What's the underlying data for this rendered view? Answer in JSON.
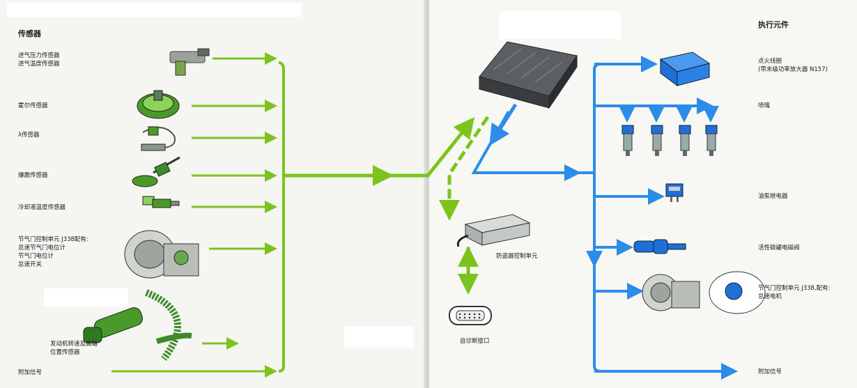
{
  "sensors": {
    "heading": "传感器",
    "items": [
      {
        "line1": "进气压力传感器",
        "line2": "进气温度传感器"
      },
      {
        "line1": "霍尔传感器"
      },
      {
        "line1": "λ传感器"
      },
      {
        "line1": "爆震传感器"
      },
      {
        "line1": "冷却液温度传感器"
      },
      {
        "line1": "节气门控制单元 J338配有:",
        "line2": "怠速节气门电位计",
        "line3": "节气门电位计",
        "line4": "怠速开关"
      },
      {
        "line1": "发动机转速及曲轴",
        "line2": "位置传感器"
      },
      {
        "line1": "附加信号"
      }
    ]
  },
  "center": {
    "immobilizer_label": "防盗器控制单元",
    "diagnosis_label": "自诊断接口"
  },
  "actuators": {
    "heading": "执行元件",
    "items": [
      {
        "line1": "点火线圈",
        "line2": "(带末级功率放大器 N157)"
      },
      {
        "line1": "喷嘴"
      },
      {
        "line1": "油泵继电器"
      },
      {
        "line1": "活性碳罐电磁阀"
      },
      {
        "line1": "节气门控制单元 J338,配有:",
        "line2": "怠速电机"
      },
      {
        "line1": "附加信号"
      }
    ]
  },
  "colors": {
    "sensor_arrow": "#7dc31e",
    "actuator_arrow": "#2b8de8",
    "component_green": "#4a9a2a",
    "component_blue": "#1f6fd6"
  }
}
